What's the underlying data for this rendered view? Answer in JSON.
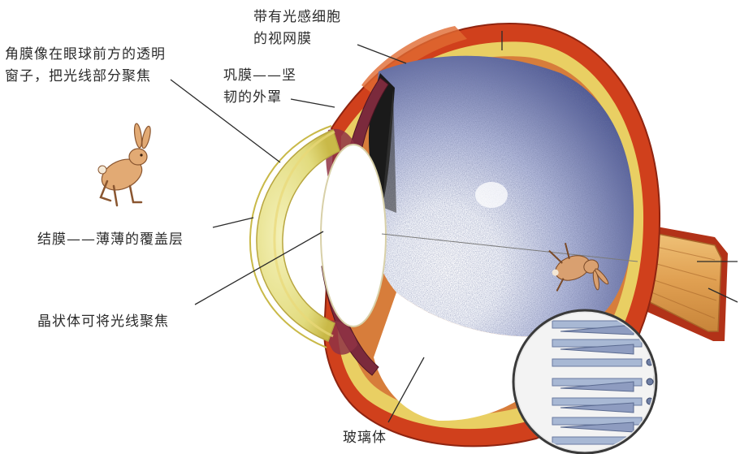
{
  "diagram": {
    "labels": {
      "retina": [
        "带有光感细胞",
        "的视网膜"
      ],
      "cornea": [
        "角膜像在眼球前方的透明",
        "窗子，把光线部分聚焦"
      ],
      "sclera": [
        "巩膜——坚",
        "韧的外罩"
      ],
      "conjunctiva": "结膜——薄薄的覆盖层",
      "lens": "晶状体可将光线聚焦",
      "vitreous": "玻璃体"
    },
    "icons": [
      "rabbit-icon",
      "inverted-rabbit-image-icon",
      "retina-cells-magnifier-icon"
    ],
    "colors": {
      "sclera": "#d0401c",
      "choroid": "#e9cf63",
      "vitreous_dark": "#4f5a93",
      "vitreous_light": "#ffffff",
      "cornea": "#e6e29a",
      "iris": "#7b2a3c",
      "optic_nerve": "#e3a85c",
      "text": "#2b2b2b"
    }
  }
}
